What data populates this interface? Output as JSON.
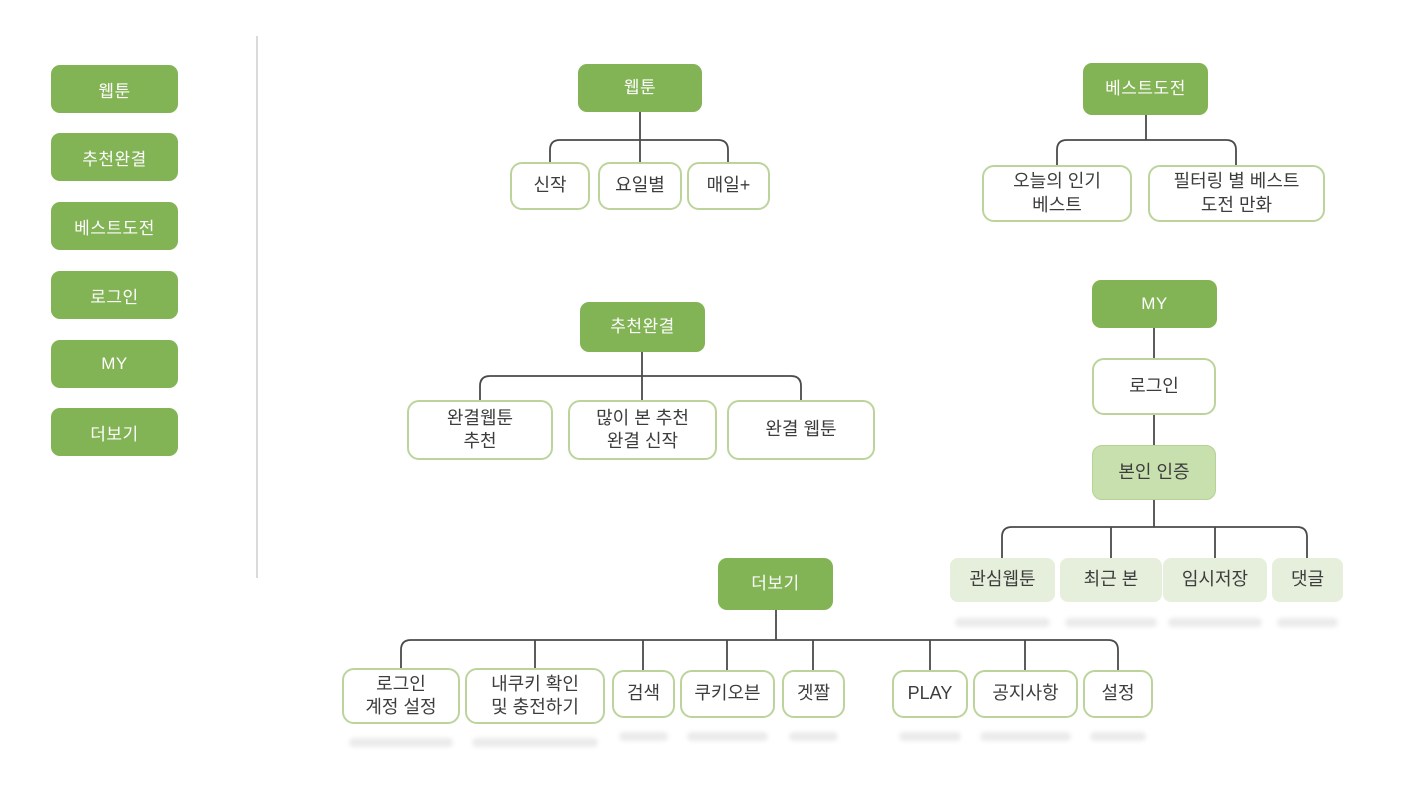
{
  "sidebar": {
    "items": [
      {
        "label": "웹툰"
      },
      {
        "label": "추천완결"
      },
      {
        "label": "베스트도전"
      },
      {
        "label": "로그인"
      },
      {
        "label": "MY"
      },
      {
        "label": "더보기"
      }
    ]
  },
  "trees": {
    "webtoon": {
      "root": "웹툰",
      "children": [
        "신작",
        "요일별",
        "매일+"
      ]
    },
    "best_challenge": {
      "root": "베스트도전",
      "children": [
        "오늘의 인기\n베스트",
        "필터링 별 베스트\n도전 만화"
      ]
    },
    "recommend_completed": {
      "root": "추천완결",
      "children": [
        "완결웹툰\n추천",
        "많이 본 추천\n완결 신작",
        "완결 웹툰"
      ]
    },
    "my": {
      "root": "MY",
      "chain": [
        "로그인",
        "본인 인증"
      ],
      "children": [
        "관심웹툰",
        "최근 본",
        "임시저장",
        "댓글"
      ]
    },
    "more": {
      "root": "더보기",
      "children": [
        "로그인\n계정 설정",
        "내쿠키 확인\n및 충전하기",
        "검색",
        "쿠키오븐",
        "겟짤",
        "PLAY",
        "공지사항",
        "설정"
      ]
    }
  },
  "colors": {
    "primary_green": "#82b455",
    "mid_green": "#c8dfae",
    "pale_green": "#e6efdb",
    "box_border_green": "#bcd49c",
    "connector_gray": "#4a4a4a"
  }
}
